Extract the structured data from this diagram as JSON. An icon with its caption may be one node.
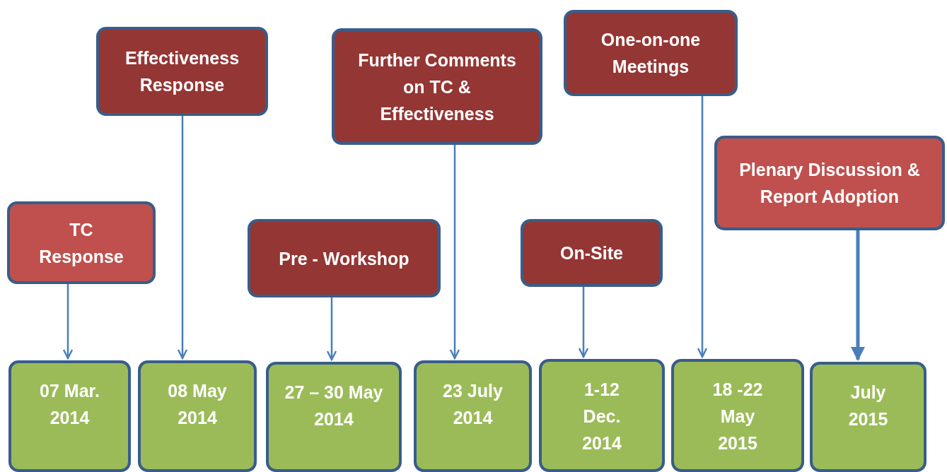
{
  "diagram": {
    "nodes": [
      {
        "text": [
          "TC Response"
        ]
      },
      {
        "text": [
          "Effectiveness Response"
        ]
      },
      {
        "text": [
          "Pre - Workshop"
        ]
      },
      {
        "text": [
          "Further Comments on TC & Effectiveness"
        ]
      },
      {
        "text": [
          "One-on-one Meetings"
        ]
      },
      {
        "text": [
          "On-Site"
        ]
      },
      {
        "text": [
          "Plenary Discussion & Report Adoption"
        ]
      },
      {
        "text": [
          "07 Mar. 2014"
        ]
      },
      {
        "text": [
          "08 May 2014"
        ]
      },
      {
        "text": [
          "27 – 30 May 2014"
        ]
      },
      {
        "text": [
          "23 July 2014"
        ]
      },
      {
        "text": [
          "1-12 Dec. 2014"
        ]
      },
      {
        "text": [
          "18 -22 May 2015"
        ]
      },
      {
        "text": [
          "July 2015"
        ]
      }
    ],
    "edges": [
      {
        "from": 0,
        "to": 7,
        "arrow": "to"
      },
      {
        "from": 1,
        "to": 8,
        "arrow": "to"
      },
      {
        "from": 2,
        "to": 9,
        "arrow": "to"
      },
      {
        "from": 3,
        "to": 10,
        "arrow": "to"
      },
      {
        "from": 5,
        "to": 11,
        "arrow": "to"
      },
      {
        "from": 4,
        "to": 12,
        "arrow": "to"
      },
      {
        "from": 6,
        "to": 13,
        "arrow": "to",
        "style": "thick"
      }
    ]
  }
}
